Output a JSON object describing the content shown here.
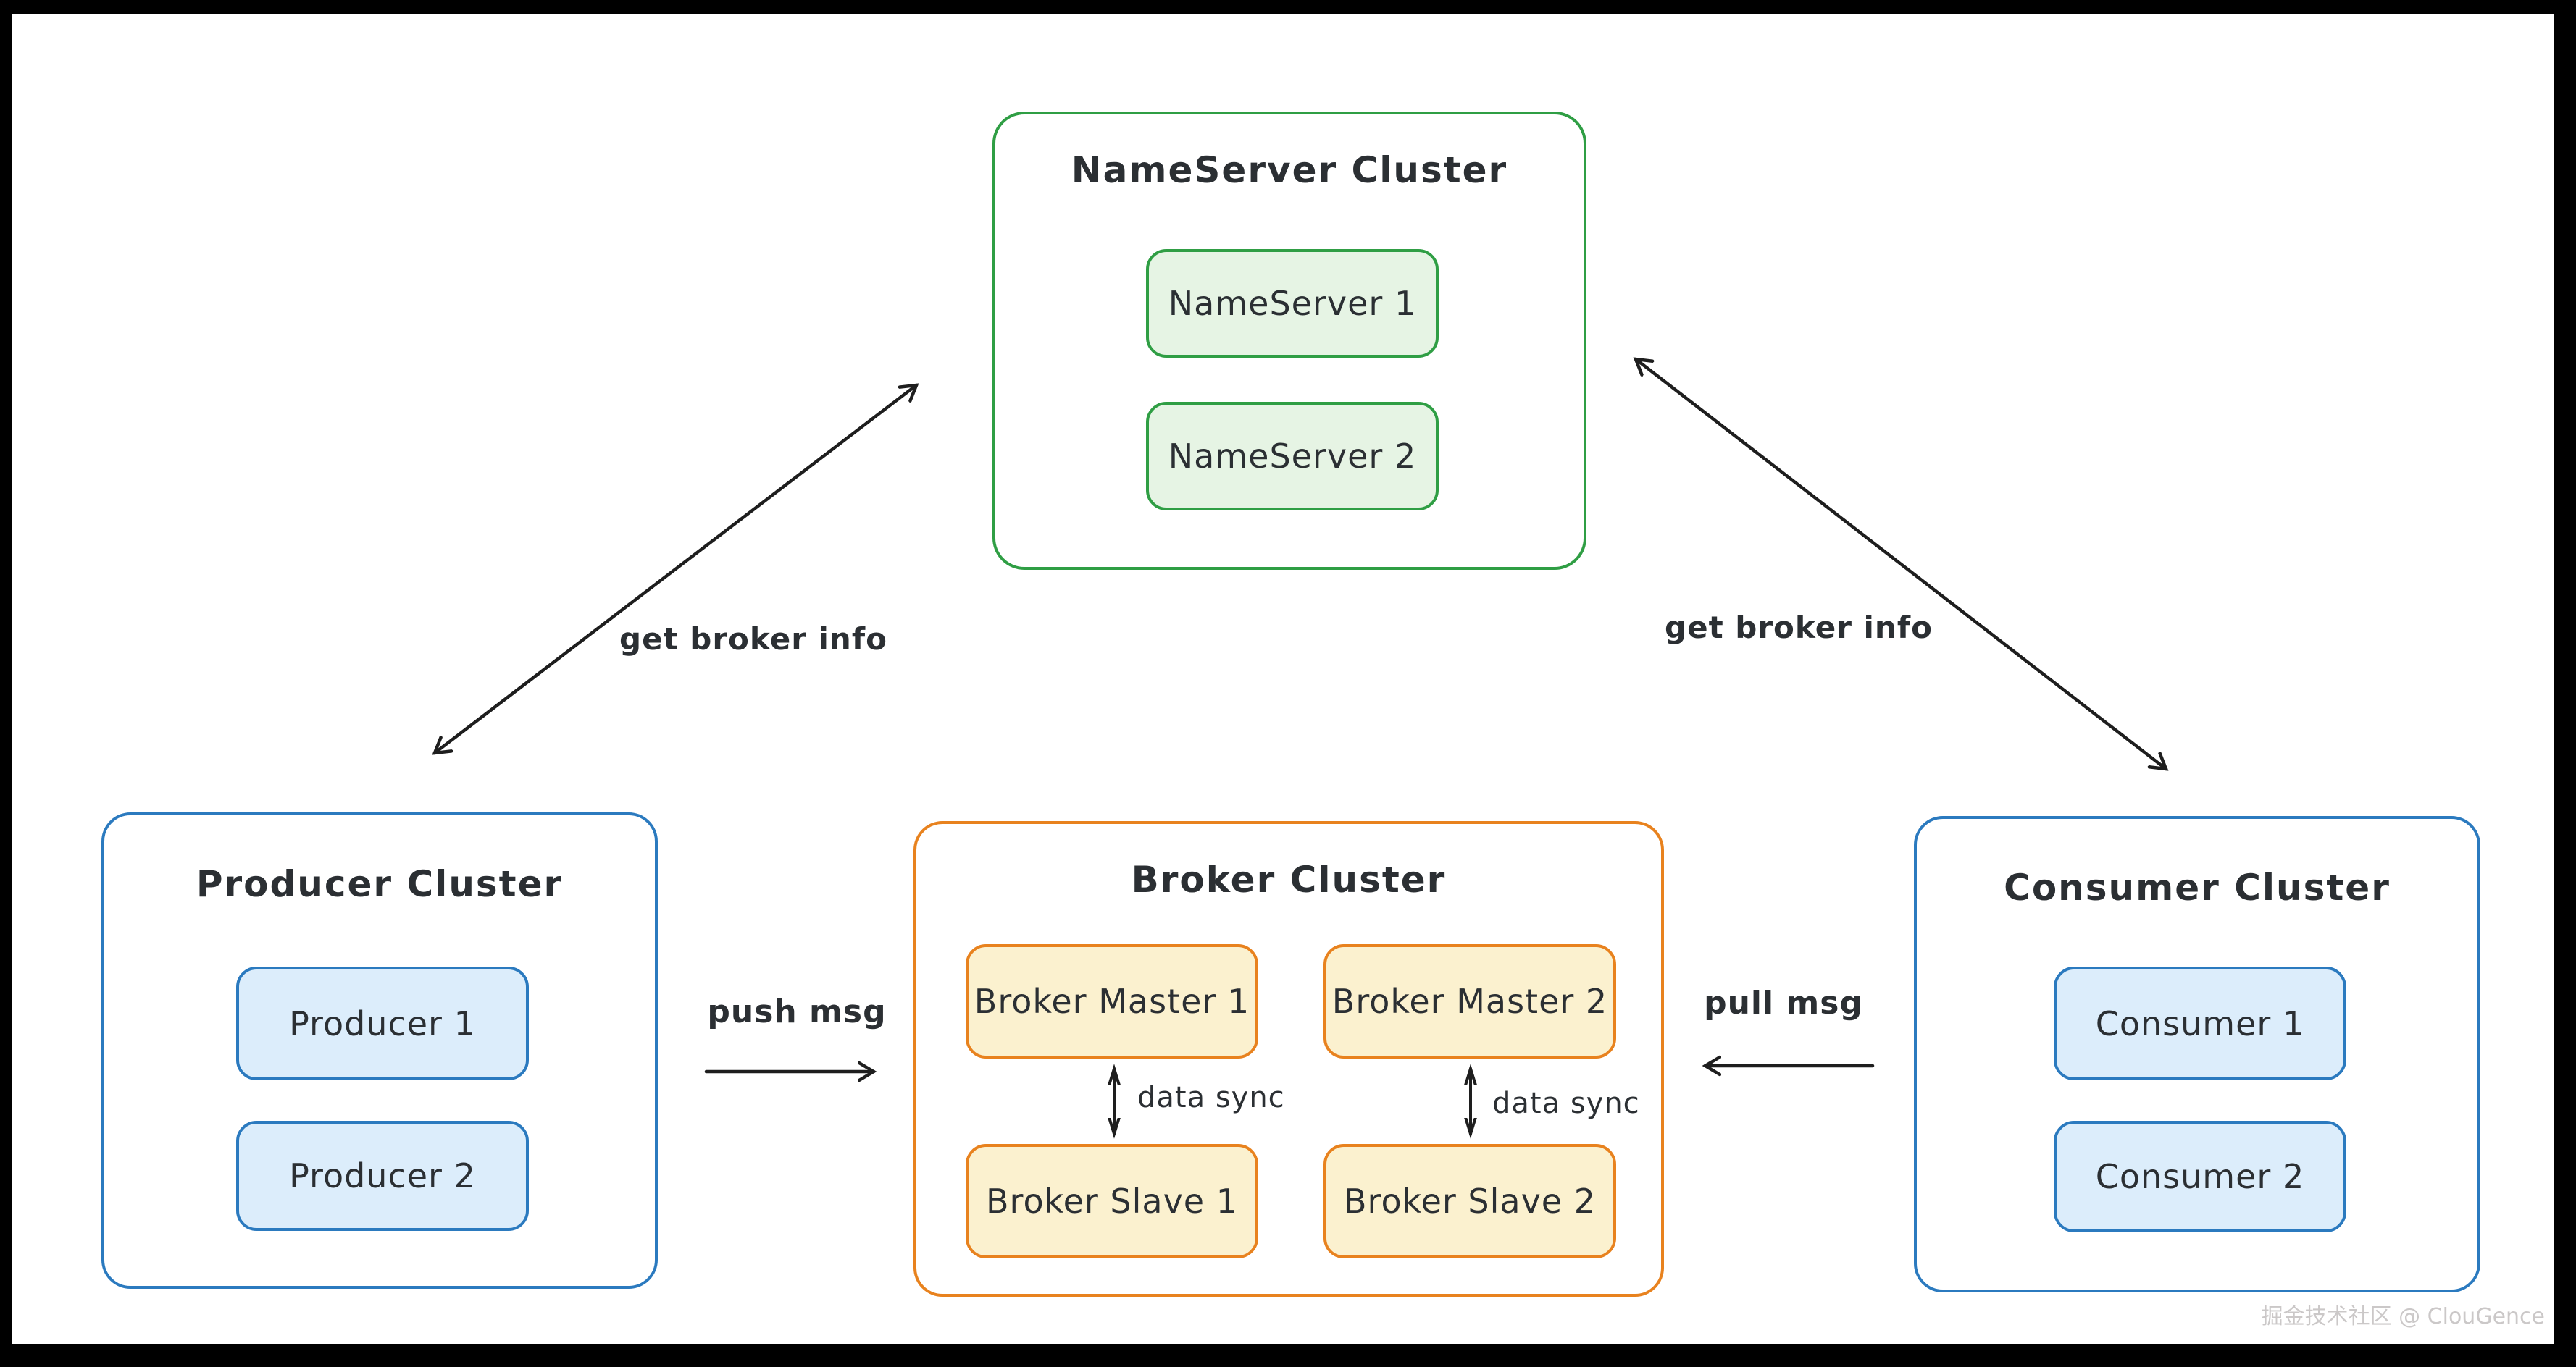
{
  "diagram": {
    "clusters": {
      "nameserver": {
        "title": "NameServer Cluster",
        "nodes": [
          {
            "label": "NameServer 1"
          },
          {
            "label": "NameServer 2"
          }
        ]
      },
      "producer": {
        "title": "Producer Cluster",
        "nodes": [
          {
            "label": "Producer 1"
          },
          {
            "label": "Producer 2"
          }
        ]
      },
      "broker": {
        "title": "Broker Cluster",
        "nodes": [
          {
            "label": "Broker Master 1"
          },
          {
            "label": "Broker Master 2"
          },
          {
            "label": "Broker Slave 1"
          },
          {
            "label": "Broker Slave 2"
          }
        ]
      },
      "consumer": {
        "title": "Consumer Cluster",
        "nodes": [
          {
            "label": "Consumer 1"
          },
          {
            "label": "Consumer 2"
          }
        ]
      }
    },
    "edges": {
      "get_broker_info_left": "get broker info",
      "get_broker_info_right": "get broker info",
      "push_msg": "push msg",
      "pull_msg": "pull msg",
      "data_sync_1": "data sync",
      "data_sync_2": "data sync"
    },
    "colors": {
      "green_border": "#2f9e44",
      "green_fill": "#e6f4e4",
      "blue_border": "#2b7abf",
      "blue_fill": "#dcedfb",
      "orange_border": "#e8821e",
      "orange_fill": "#fbf1cf",
      "text": "#2b2f33",
      "arrow": "#1e1e1e",
      "watermark": "#cbc8c8"
    },
    "watermark": "掘金技术社区 @ ClouGence"
  }
}
